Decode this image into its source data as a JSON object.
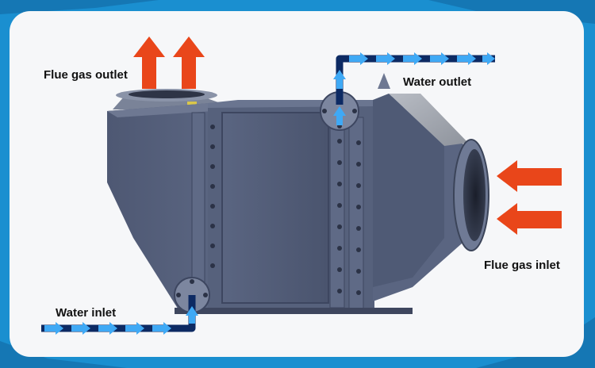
{
  "labels": {
    "flue_gas_outlet": "Flue gas outlet",
    "water_outlet": "Water outlet",
    "flue_gas_inlet": "Flue gas inlet",
    "water_inlet": "Water inlet"
  },
  "colors": {
    "frame": "#1a8fd0",
    "panel": "#f6f7f9",
    "body": "#56617c",
    "body_dark": "#3f4862",
    "body_light": "#6c7793",
    "red_arrow": "#e9461a",
    "water_arrow": "#3fa9f5",
    "pipe": "#0d2a63"
  }
}
